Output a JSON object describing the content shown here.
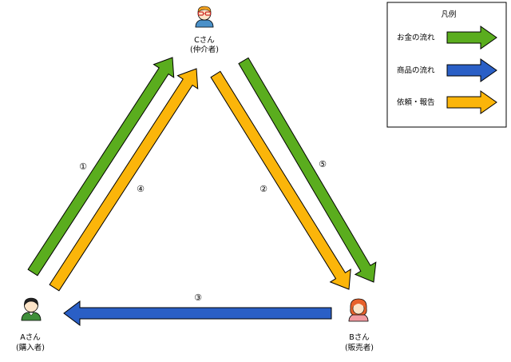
{
  "colors": {
    "money": "#5aad1e",
    "goods": "#2a5fc6",
    "request": "#fbb50a",
    "outline": "#000000"
  },
  "nodes": {
    "c": {
      "name": "Cさん",
      "role": "(仲介者)"
    },
    "a": {
      "name": "Aさん",
      "role": "(購入者)"
    },
    "b": {
      "name": "Bさん",
      "role": "(販売者)"
    }
  },
  "steps": {
    "s1": "①",
    "s2": "②",
    "s3": "③",
    "s4": "④",
    "s5": "⑤"
  },
  "legend": {
    "title": "凡例",
    "items": [
      {
        "label": "お金の流れ",
        "color_key": "money"
      },
      {
        "label": "商品の流れ",
        "color_key": "goods"
      },
      {
        "label": "依頼・報告",
        "color_key": "request"
      }
    ]
  }
}
